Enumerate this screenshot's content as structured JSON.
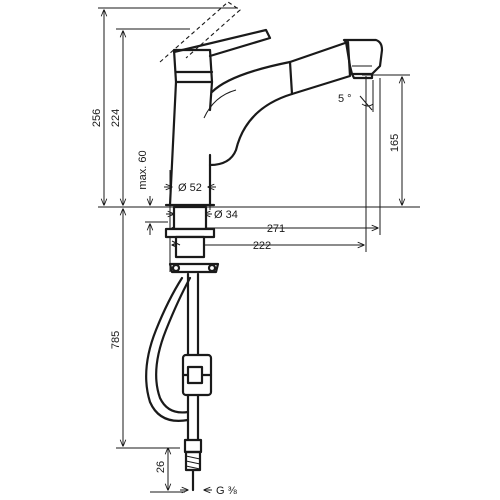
{
  "drawing": {
    "dimensions": {
      "total_height": "256",
      "spout_height": "224",
      "spout_outlet_height": "165",
      "deck_thickness": "max. 60",
      "body_diameter": "Ø 52",
      "hole_diameter": "Ø 34",
      "reach": "271",
      "spray_reach": "222",
      "hose_length": "785",
      "connector_length": "26",
      "thread": "G ⅜",
      "tilt_angle": "5 °"
    }
  }
}
